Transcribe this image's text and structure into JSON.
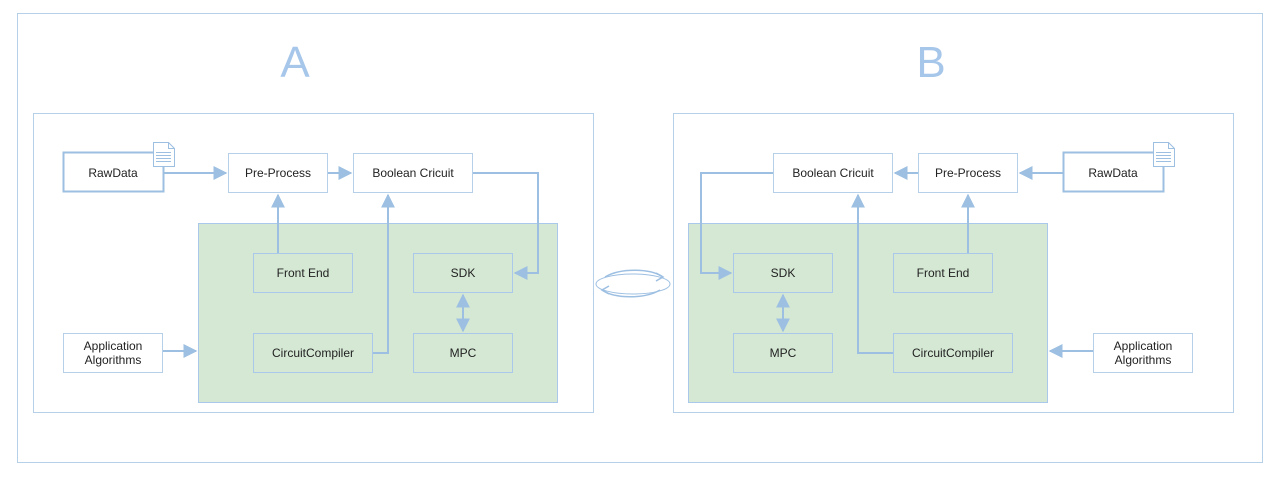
{
  "colors": {
    "stroke": "#9dbfe2",
    "panel_fill": "#d5e8d4",
    "panel_stroke": "#a9c8ea",
    "label": "#a6c6ea"
  },
  "left": {
    "label": "A",
    "raw_data": "RawData",
    "pre_process": "Pre-Process",
    "boolean_circuit": "Boolean Cricuit",
    "front_end": "Front End",
    "sdk": "SDK",
    "circuit_compiler": "CircuitCompiler",
    "mpc": "MPC",
    "application_algorithms": [
      "Application",
      "Algorithms"
    ]
  },
  "right": {
    "label": "B",
    "raw_data": "RawData",
    "pre_process": "Pre-Process",
    "boolean_circuit": "Boolean Cricuit",
    "front_end": "Front End",
    "sdk": "SDK",
    "circuit_compiler": "CircuitCompiler",
    "mpc": "MPC",
    "application_algorithms": [
      "Application",
      "Algorithms"
    ]
  },
  "icons": {
    "document": "document-icon",
    "exchange": "exchange-cycle-icon"
  }
}
